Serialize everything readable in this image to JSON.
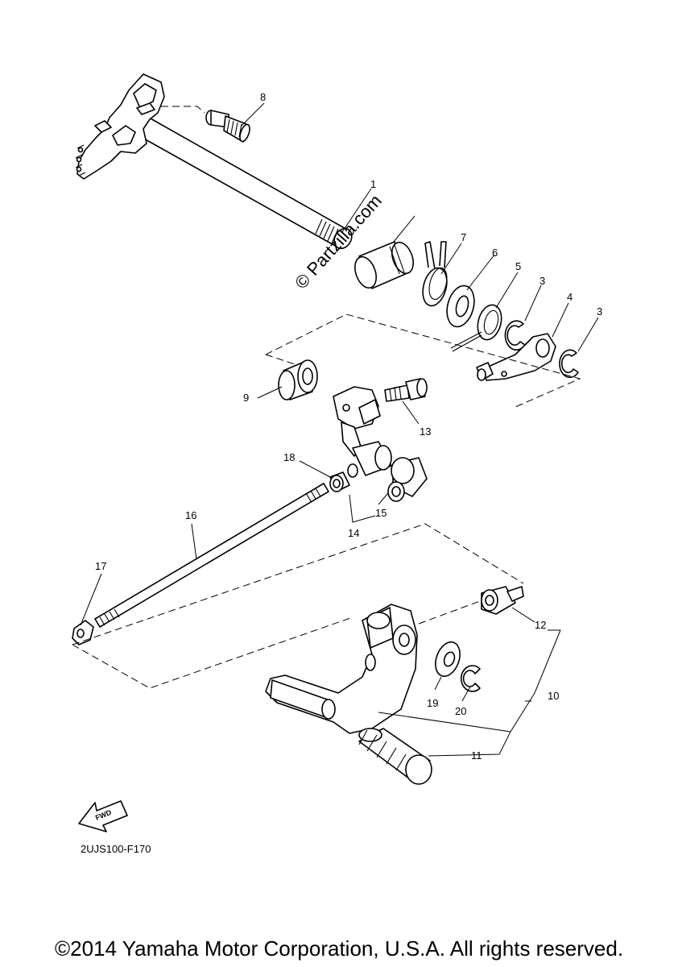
{
  "watermark": "© Partzilla.com",
  "diagram_code": "2UJS100-F170",
  "fwd_label": "FWD",
  "copyright": "©2014 Yamaha Motor Corporation, U.S.A. All rights reserved.",
  "callouts": {
    "c1": "1",
    "c3a": "3",
    "c3b": "3",
    "c4": "4",
    "c5": "5",
    "c6": "6",
    "c7": "7",
    "c8": "8",
    "c9": "9",
    "c10": "10",
    "c11": "11",
    "c12": "12",
    "c13": "13",
    "c14": "14",
    "c15": "15",
    "c16": "16",
    "c17": "17",
    "c18": "18",
    "c19": "19",
    "c20": "20"
  }
}
